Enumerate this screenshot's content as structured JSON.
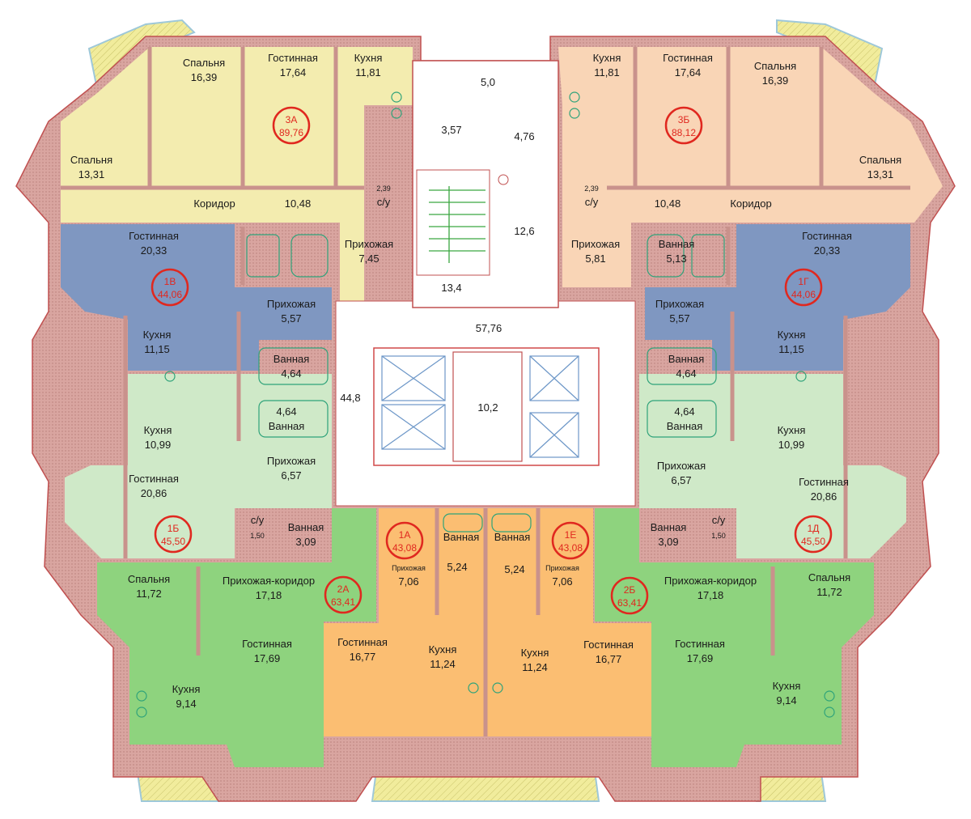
{
  "colors": {
    "apt_3a": "#f3ecaf",
    "apt_3b": "#f9d5b6",
    "apt_blue": "#7f97c1",
    "apt_lightgreen": "#cfe9c8",
    "apt_green": "#8ed37e",
    "apt_orange": "#fbbe72",
    "wall": "#d9a5a0",
    "balcony": "#f1ec9c",
    "tag_ring": "#e0281f",
    "fixture": "#2fa37a"
  },
  "apartments": [
    {
      "name": "apt-3a",
      "code": "3А",
      "area": "89,76"
    },
    {
      "name": "apt-3b",
      "code": "3Б",
      "area": "88,12"
    },
    {
      "name": "apt-1v",
      "code": "1В",
      "area": "44,06"
    },
    {
      "name": "apt-1g",
      "code": "1Г",
      "area": "44,06"
    },
    {
      "name": "apt-1b",
      "code": "1Б",
      "area": "45,50"
    },
    {
      "name": "apt-1d",
      "code": "1Д",
      "area": "45,50"
    },
    {
      "name": "apt-1a",
      "code": "1А",
      "area": "43,08"
    },
    {
      "name": "apt-1e",
      "code": "1Е",
      "area": "43,08"
    },
    {
      "name": "apt-2a",
      "code": "2А",
      "area": "63,41"
    },
    {
      "name": "apt-2b",
      "code": "2Б",
      "area": "63,41"
    }
  ],
  "rooms": [
    {
      "name": "Спальня",
      "area": "16,39"
    },
    {
      "name": "Гостинная",
      "area": "17,64"
    },
    {
      "name": "Кухня",
      "area": "11,81"
    },
    {
      "name": "Спальня",
      "area": "13,31"
    },
    {
      "name": "Коридор",
      "area": ""
    },
    {
      "name": "",
      "area": "10,48"
    },
    {
      "name": "2,39",
      "area": "с/у"
    },
    {
      "name": "Прихожая",
      "area": "7,45"
    },
    {
      "name": "Кухня",
      "area": "11,81"
    },
    {
      "name": "Гостинная",
      "area": "17,64"
    },
    {
      "name": "Спальня",
      "area": "16,39"
    },
    {
      "name": "Спальня",
      "area": "13,31"
    },
    {
      "name": "Коридор",
      "area": ""
    },
    {
      "name": "",
      "area": "10,48"
    },
    {
      "name": "2,39",
      "area": "с/у"
    },
    {
      "name": "Прихожая",
      "area": "5,81"
    },
    {
      "name": "Ванная",
      "area": "5,13"
    },
    {
      "name": "Гостинная",
      "area": "20,33"
    },
    {
      "name": "Прихожая",
      "area": "5,57"
    },
    {
      "name": "Кухня",
      "area": "11,15"
    },
    {
      "name": "Ванная",
      "area": "4,64"
    },
    {
      "name": "Гостинная",
      "area": "20,33"
    },
    {
      "name": "Прихожая",
      "area": "5,57"
    },
    {
      "name": "Кухня",
      "area": "11,15"
    },
    {
      "name": "Ванная",
      "area": "4,64"
    },
    {
      "name": "4,64",
      "area": "Ванная"
    },
    {
      "name": "Кухня",
      "area": "10,99"
    },
    {
      "name": "Прихожая",
      "area": "6,57"
    },
    {
      "name": "Гостинная",
      "area": "20,86"
    },
    {
      "name": "с/у",
      "area": "1,50"
    },
    {
      "name": "Ванная",
      "area": "3,09"
    },
    {
      "name": "4,64",
      "area": "Ванная"
    },
    {
      "name": "Кухня",
      "area": "10,99"
    },
    {
      "name": "Прихожая",
      "area": "6,57"
    },
    {
      "name": "Гостинная",
      "area": "20,86"
    },
    {
      "name": "Ванная",
      "area": "3,09"
    },
    {
      "name": "с/у",
      "area": "1,50"
    },
    {
      "name": "Спальня",
      "area": "11,72"
    },
    {
      "name": "Прихожая-коридор",
      "area": "17,18"
    },
    {
      "name": "Гостинная",
      "area": "17,69"
    },
    {
      "name": "Кухня",
      "area": "9,14"
    },
    {
      "name": "Спальня",
      "area": "11,72"
    },
    {
      "name": "Прихожая-коридор",
      "area": "17,18"
    },
    {
      "name": "Гостинная",
      "area": "17,69"
    },
    {
      "name": "Кухня",
      "area": "9,14"
    },
    {
      "name": "Прихожая",
      "area": "7,06"
    },
    {
      "name": "Ванная",
      "area": ""
    },
    {
      "name": "",
      "area": "5,24"
    },
    {
      "name": "Гостинная",
      "area": "16,77"
    },
    {
      "name": "Кухня",
      "area": "11,24"
    },
    {
      "name": "Ванная",
      "area": ""
    },
    {
      "name": "",
      "area": "5,24"
    },
    {
      "name": "Прихожая",
      "area": "7,06"
    },
    {
      "name": "Гостинная",
      "area": "16,77"
    },
    {
      "name": "Кухня",
      "area": "11,24"
    }
  ],
  "common_areas": [
    "5,0",
    "3,57",
    "4,76",
    "12,6",
    "13,4",
    "57,76",
    "44,8",
    "10,2"
  ]
}
